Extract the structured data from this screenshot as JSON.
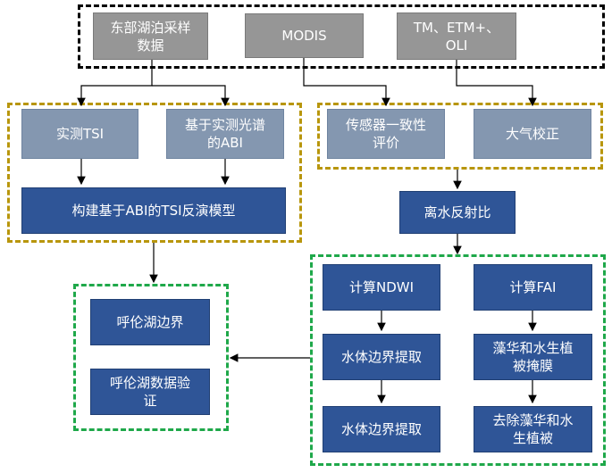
{
  "nodes": {
    "east_lake": "东部湖泊采样\n数据",
    "modis": "MODIS",
    "tm": "TM、ETM+、\nOLI",
    "measured_tsi": "实测TSI",
    "abi_spectrum": "基于实测光谱\n的ABI",
    "model": "构建基于ABI的TSI反演模型",
    "sensor_eval": "传感器一致性\n评价",
    "atmos": "大气校正",
    "reflectance": "离水反射比",
    "ndwi": "计算NDWI",
    "fai": "计算FAI",
    "water_extract_1": "水体边界提取",
    "water_extract_2": "水体边界提取",
    "algae_mask": "藻华和水生植\n被掩膜",
    "remove_algae": "去除藻华和水\n生植被",
    "hulun_boundary": "呼伦湖边界",
    "hulun_validate": "呼伦湖数据验\n证"
  },
  "colors": {
    "gray": "#969696",
    "slate": "#8497b0",
    "navy": "#2f5597",
    "gold_dash": "#b8960c",
    "green_dash": "#1fa84a"
  }
}
